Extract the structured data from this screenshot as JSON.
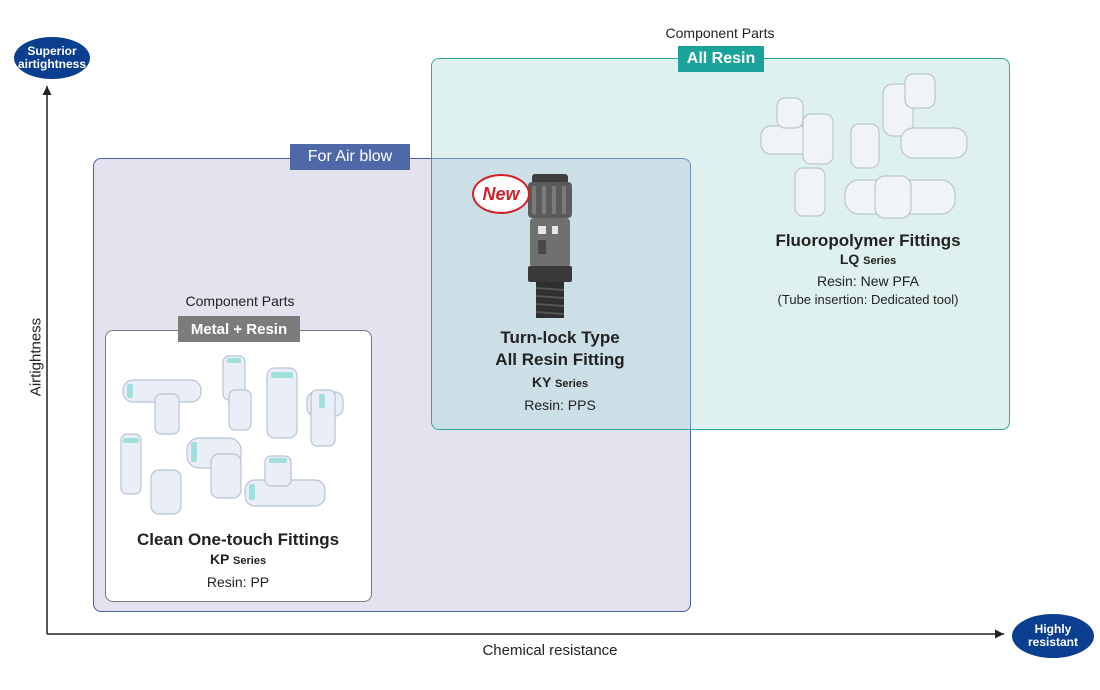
{
  "axes": {
    "y_oval": "Superior\nairtightness",
    "x_oval": "Highly\nresistant",
    "y_label": "Airtightness",
    "x_label": "Chemical resistance"
  },
  "regions": {
    "air_blow": {
      "label": "For Air blow",
      "color": "#4f68a8"
    },
    "all_resin": {
      "caption": "Component Parts",
      "label": "All Resin",
      "color": "#1aa39a"
    },
    "metal_resin": {
      "caption": "Component Parts",
      "label": "Metal + Resin",
      "color": "#7c7c7c"
    }
  },
  "products": {
    "kp": {
      "title": "Clean One-touch Fittings",
      "series_code": "KP",
      "series_word": "Series",
      "resin": "Resin: PP"
    },
    "ky": {
      "badge": "New",
      "title_line1": "Turn-lock Type",
      "title_line2": "All Resin Fitting",
      "series_code": "KY",
      "series_word": "Series",
      "resin": "Resin: PPS"
    },
    "lq": {
      "title": "Fluoropolymer Fittings",
      "series_code": "LQ",
      "series_word": "Series",
      "resin": "Resin: New PFA",
      "note": "(Tube insertion: Dedicated tool)"
    }
  }
}
